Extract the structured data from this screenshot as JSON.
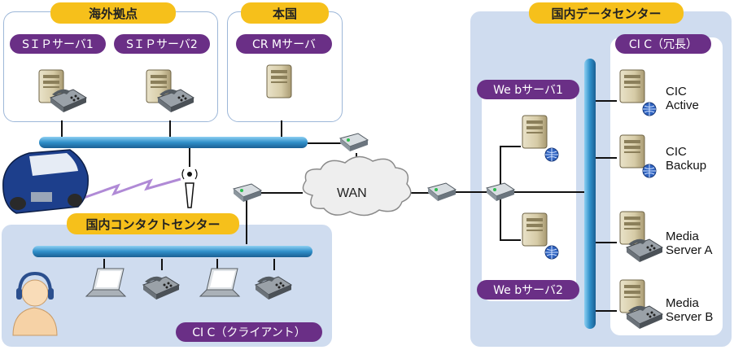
{
  "zones": {
    "overseas": "海外拠点",
    "hq": "本国",
    "datacenter": "国内データセンター",
    "contact_center": "国内コンタクトセンター"
  },
  "servers": {
    "sip1": "SＩＰサーバ1",
    "sip2": "SＩＰサーバ2",
    "crm": "CR Mサーバ",
    "web1": "We bサーバ1",
    "web2": "We bサーバ2",
    "cic_redundant": "CI C（冗長）",
    "cic_client": "CI C（クライアント）"
  },
  "nodes": {
    "cic_active": [
      "CIC",
      "Active"
    ],
    "cic_backup": [
      "CIC",
      "Backup"
    ],
    "media_a": [
      "Media",
      "Server A"
    ],
    "media_b": [
      "Media",
      "Server B"
    ],
    "wan": "WAN"
  }
}
